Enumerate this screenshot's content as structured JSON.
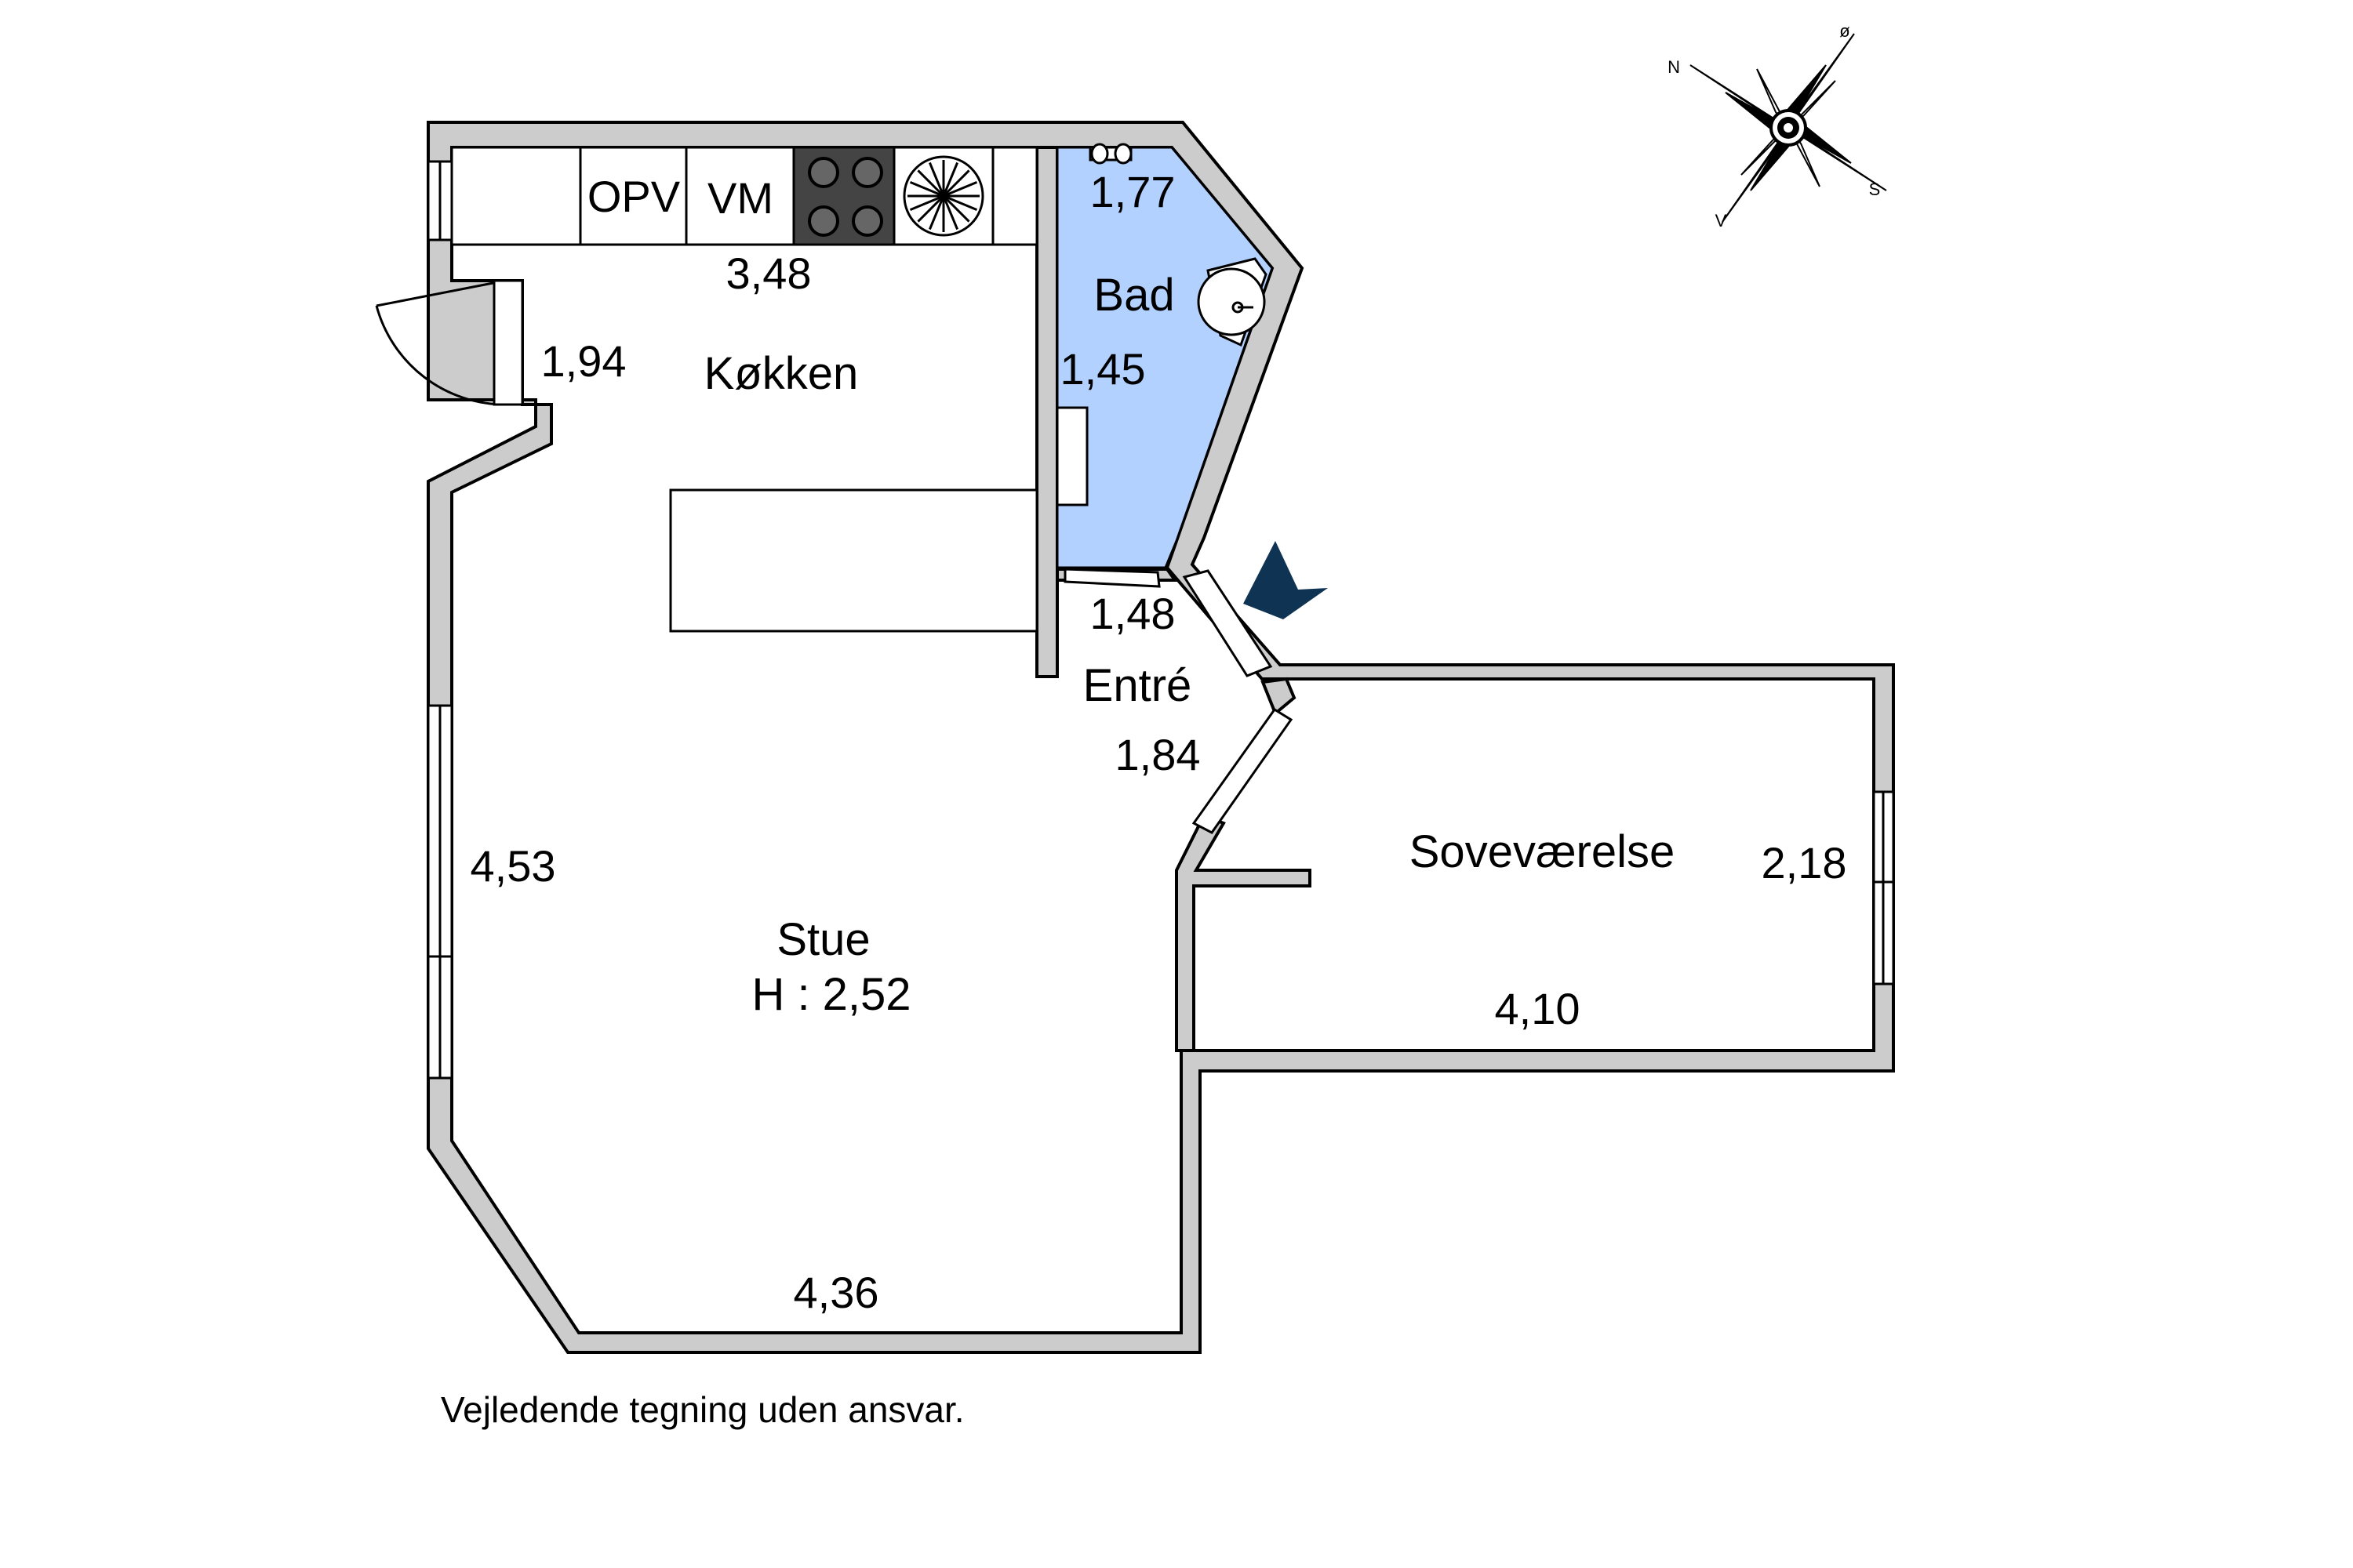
{
  "colors": {
    "wall": "#cccccc",
    "outline": "#000000",
    "bathroom_fill": "#b3d1ff",
    "entrance_arrow": "#0f3353",
    "stove": "#444444"
  },
  "rooms": {
    "kitchen": "Køkken",
    "bathroom": "Bad",
    "entrance": "Entré",
    "living_room": "Stue",
    "living_height": "H : 2,52",
    "bedroom": "Soveværelse"
  },
  "appliances": {
    "dishwasher": "OPV",
    "washing_machine": "VM"
  },
  "dimensions": {
    "kitchen_width": "3,48",
    "kitchen_depth": "1,94",
    "bath_width": "1,77",
    "bath_depth": "1,45",
    "entrance_width": "1,48",
    "entrance_depth": "1,84",
    "living_depth": "4,53",
    "living_width": "4,36",
    "bedroom_depth": "2,18",
    "bedroom_width": "4,10"
  },
  "compass": {
    "north": "N",
    "east": "ø",
    "south": "S",
    "west": "V"
  },
  "icons": [
    "stove-icon",
    "extractor-fan-icon",
    "toilet-icon",
    "sink-icon",
    "compass-rose-icon",
    "entrance-arrow-icon"
  ],
  "disclaimer": "Vejledende tegning uden ansvar."
}
